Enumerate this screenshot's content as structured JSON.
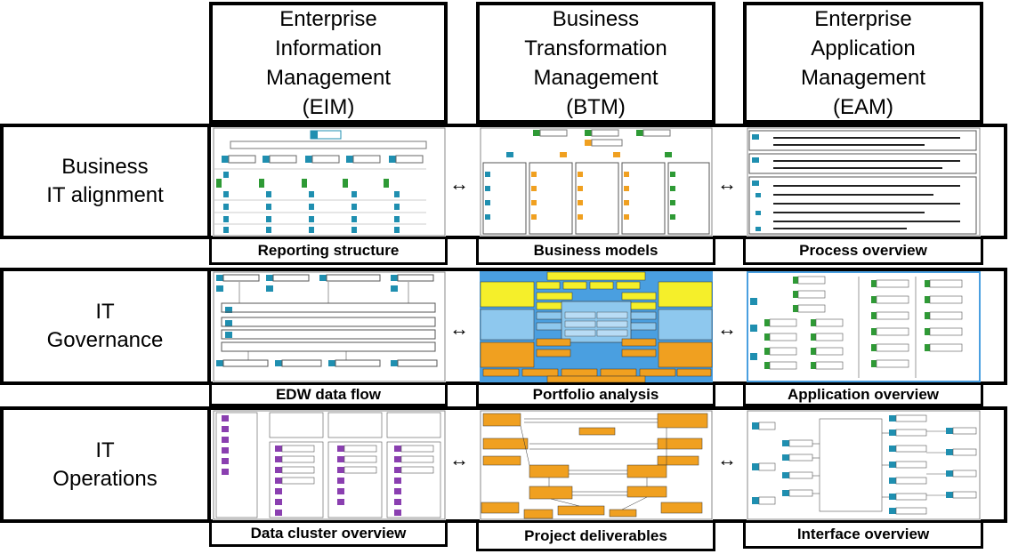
{
  "columns": [
    {
      "key": "eim",
      "title": "Enterprise\nInformation\nManagement\n(EIM)"
    },
    {
      "key": "btm",
      "title": "Business\nTransformation\nManagement\n(BTM)"
    },
    {
      "key": "eam",
      "title": "Enterprise\nApplication\nManagement\n(EAM)"
    }
  ],
  "rows": [
    {
      "key": "bita",
      "title": "Business\nIT alignment",
      "captions": [
        "Reporting structure",
        "Business  models",
        "Process overview"
      ]
    },
    {
      "key": "gov",
      "title": "IT\nGovernance",
      "captions": [
        "EDW data flow",
        "Portfolio analysis",
        "Application overview"
      ]
    },
    {
      "key": "ops",
      "title": "IT\nOperations",
      "captions": [
        "Data cluster overview",
        "Project deliverables",
        "Interface overview"
      ]
    }
  ],
  "connector_symbol": "↔",
  "colors": {
    "border": "#000000",
    "teal": "#1f8fb0",
    "green": "#2e9a35",
    "orange": "#f0a020",
    "lightblue": "#8ec8ee",
    "yellow": "#f5ef2a",
    "purple": "#8a3fb0"
  }
}
